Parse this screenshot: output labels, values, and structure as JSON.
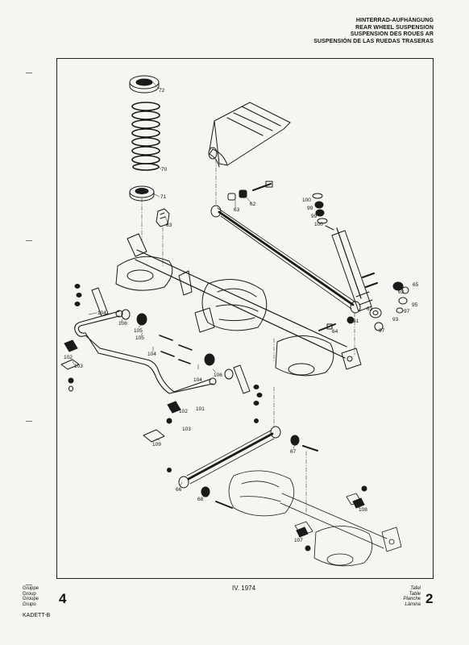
{
  "header": {
    "lines": [
      "HINTERRAD-AUFHÄNGUNG",
      "REAR WHEEL SUSPENSION",
      "SUSPENSION DES ROUES AR",
      "SUSPENSIÓN DE LAS RUEDAS TRASERAS"
    ]
  },
  "footer": {
    "group_labels": [
      "Gruppe",
      "Group",
      "Groupe",
      "Grupo"
    ],
    "group_number": "4",
    "date": "IV. 1974",
    "plate_labels": [
      "Tafel",
      "Table",
      "Planche",
      "Lámina"
    ],
    "plate_number": "2",
    "model": "KADETT-B"
  },
  "part_labels": {
    "p72": "72",
    "p70": "70",
    "p71": "71",
    "p83": "83",
    "p63a": "63",
    "p62a": "62",
    "p100a": "100",
    "p99a": "99",
    "p99b": "99",
    "p100b": "100",
    "p62b": "62",
    "p65": "65",
    "p63b": "63",
    "p97a": "97",
    "p95": "95",
    "p93": "93",
    "p61": "61",
    "p97b": "97",
    "p64": "64",
    "p104a": "104",
    "p106a": "106",
    "p105a": "105",
    "p104b": "104",
    "p105b": "105",
    "p104c": "104",
    "p106b": "106",
    "p101": "101",
    "p102a": "102",
    "p103a": "103",
    "p102b": "102",
    "p103b": "103",
    "p109": "109",
    "p67": "67",
    "p66": "66",
    "p68": "68",
    "p108": "108",
    "p107": "107"
  },
  "colors": {
    "ink": "#1a1a1a",
    "paper": "#f6f5f1"
  }
}
